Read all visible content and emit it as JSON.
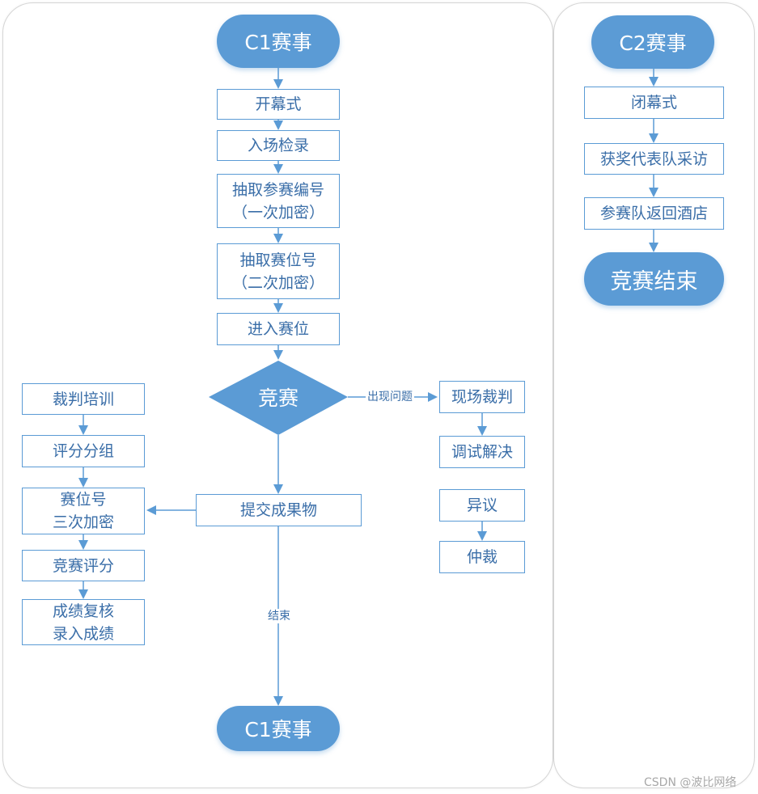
{
  "c1": {
    "start": "C1赛事",
    "end": "C1赛事",
    "steps": [
      "开幕式",
      "入场检录"
    ],
    "draw_line1": "抽取参赛编号",
    "draw_line2": "（一次加密）",
    "seat_line1": "抽取赛位号",
    "seat_line2": "（二次加密）",
    "enter": "进入赛位",
    "compete": "竞赛",
    "submit": "提交成果物",
    "issue_label": "出现问题",
    "end_label": "结束",
    "onsite": [
      "现场裁判",
      "调试解决"
    ],
    "objection": [
      "异议",
      "仲裁"
    ],
    "judging": {
      "training": "裁判培训",
      "grouping": "评分分组",
      "encrypt_line1": "赛位号",
      "encrypt_line2": "三次加密",
      "scoring": "竞赛评分",
      "review_line1": "成绩复核",
      "review_line2": "录入成绩"
    }
  },
  "c2": {
    "start": "C2赛事",
    "steps": [
      "闭幕式",
      "获奖代表队采访",
      "参赛队返回酒店"
    ],
    "end": "竞赛结束"
  },
  "watermark": "CSDN @波比网络",
  "colors": {
    "accent": "#5b9bd5",
    "text": "#3a6ea8",
    "border": "#5b9bd5"
  }
}
